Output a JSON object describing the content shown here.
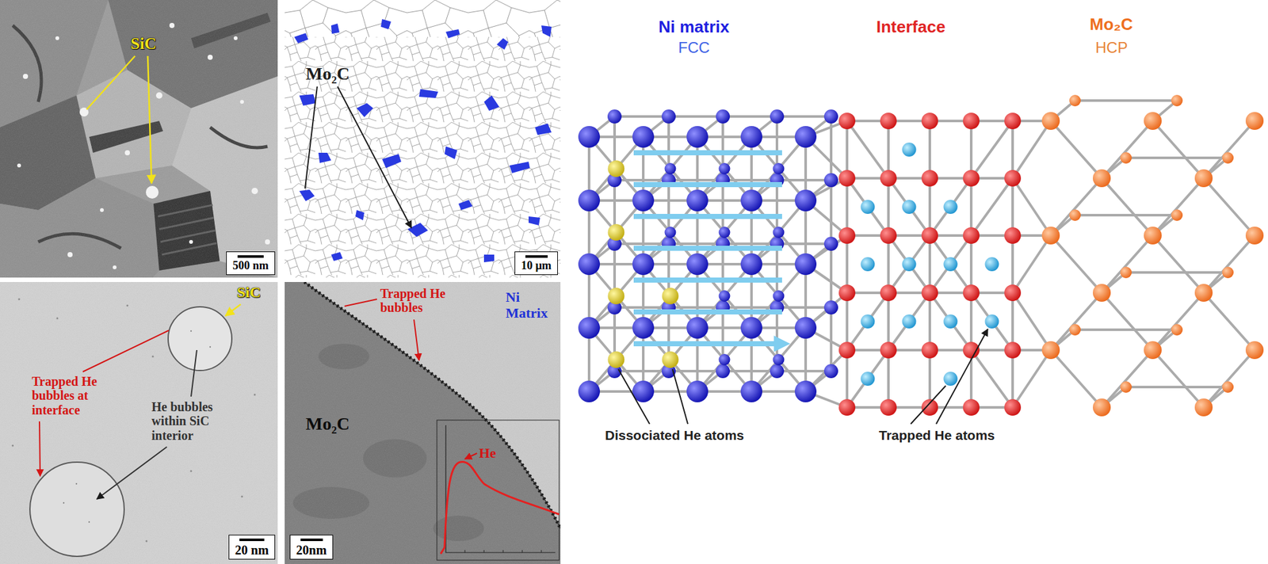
{
  "diagram": {
    "nodes": [
      {
        "text": [
          "500 nm"
        ]
      },
      {
        "text": [
          "10 μm"
        ]
      },
      {
        "text": [
          "20 nm"
        ]
      },
      {
        "text": [
          "20nm"
        ]
      }
    ],
    "labels": [
      "SiC",
      "Mo₂C",
      "SiC",
      "Trapped He bubbles at interface",
      "He bubbles within SiC interior",
      "Trapped He bubbles",
      "Ni Matrix",
      "Mo₂C",
      "He",
      "Ni matrix",
      "FCC",
      "Interface",
      "Mo₂C",
      "HCP",
      "Dissociated He atoms",
      "Trapped He atoms"
    ]
  }
}
